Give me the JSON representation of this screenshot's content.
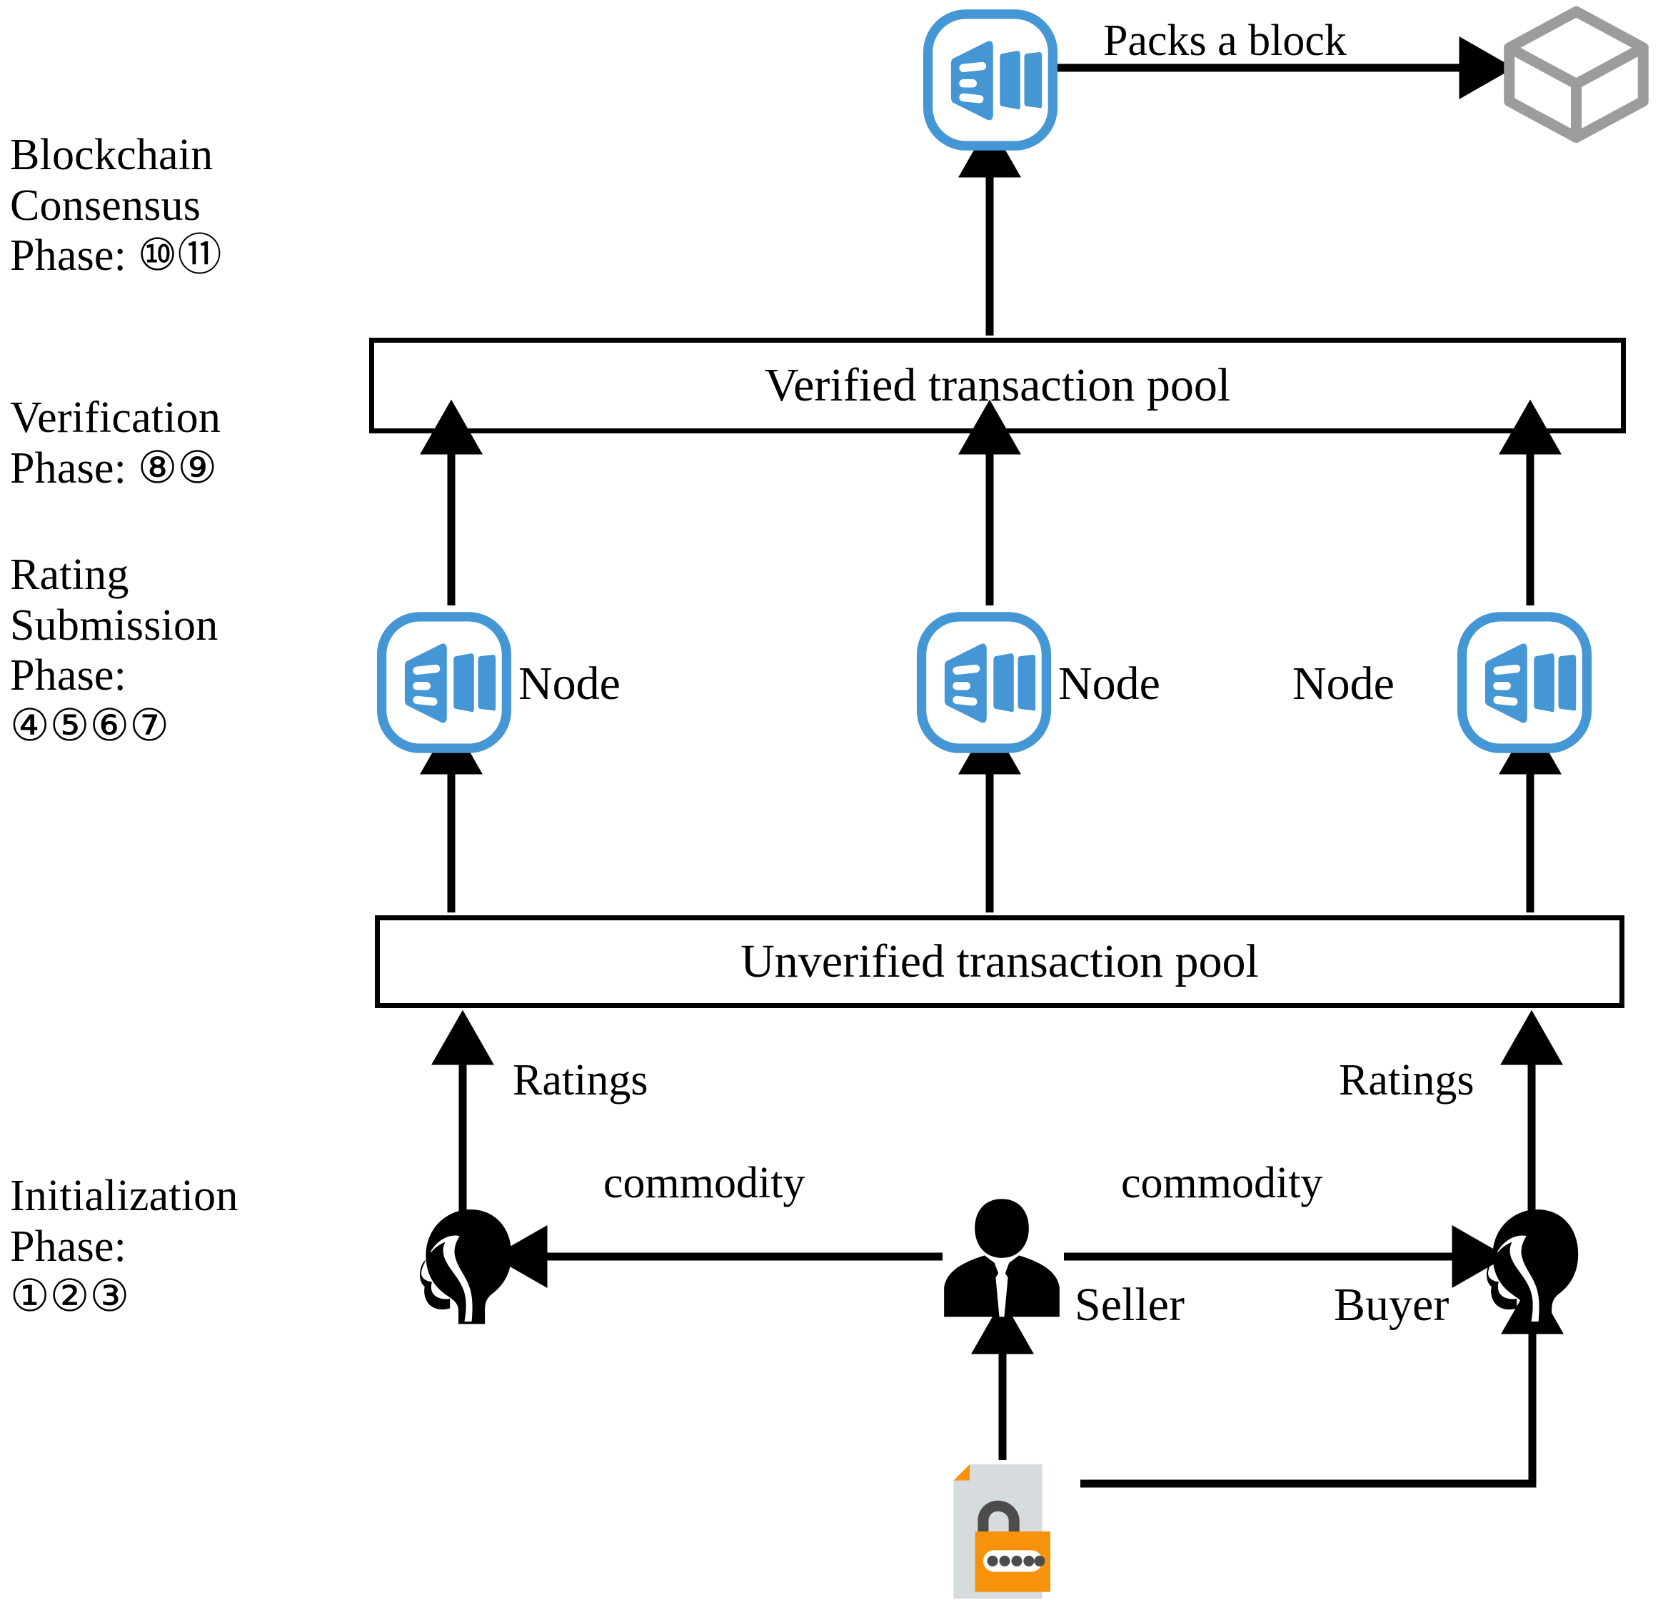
{
  "diagram": {
    "title_absent": true,
    "accent_blue": "#4596D4",
    "cube_gray": "#9C9C9C",
    "doc_gray": "#D6DBDE",
    "lock_orange": "#F7930A",
    "lock_shackle": "#4C4C4C",
    "ink": "#000000"
  },
  "phases": [
    {
      "id": "blockchain-consensus",
      "name": "Blockchain Consensus Phase:",
      "lines": [
        "Blockchain",
        "Consensus",
        "Phase: ⑩⑪"
      ],
      "steps": [
        "10",
        "11"
      ]
    },
    {
      "id": "verification",
      "name": "Verification Phase:",
      "lines": [
        "Verification",
        "Phase: ⑧⑨"
      ],
      "steps": [
        "8",
        "9"
      ]
    },
    {
      "id": "rating-submission",
      "name": "Rating Submission Phase:",
      "lines": [
        "Rating",
        "Submission",
        "Phase:",
        "④⑤⑥⑦"
      ],
      "steps": [
        "4",
        "5",
        "6",
        "7"
      ]
    },
    {
      "id": "initialization",
      "name": "Initialization Phase:",
      "lines": [
        "Initialization",
        "Phase:",
        "①②③"
      ],
      "steps": [
        "1",
        "2",
        "3"
      ]
    }
  ],
  "pools": {
    "verified": "Verified transaction pool",
    "unverified": "Unverified transaction pool"
  },
  "nodes": [
    {
      "label": "Node",
      "side": "right"
    },
    {
      "label": "Node",
      "side": "right"
    },
    {
      "label": "Node",
      "side": "left"
    }
  ],
  "miner": {
    "label_absent": true
  },
  "edges": {
    "packs_a_block": "Packs a block",
    "ratings_left": "Ratings",
    "ratings_right": "Ratings",
    "commodity_left": "commodity",
    "commodity_right": "commodity"
  },
  "actors": {
    "seller": "Seller",
    "buyer": "Buyer"
  },
  "icons": {
    "node": "blockchain-node-icon",
    "block": "cube-block-icon",
    "seller": "businessman-silhouette-icon",
    "buyer": "woman-head-silhouette-icon",
    "document": "encrypted-document-lock-icon"
  }
}
